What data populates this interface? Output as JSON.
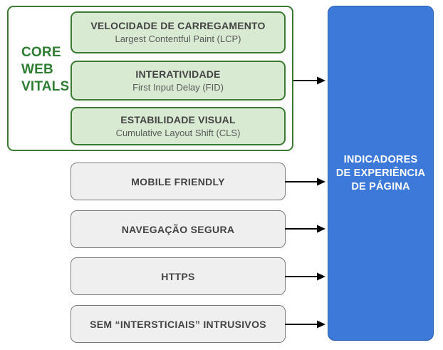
{
  "diagram": {
    "core_web_vitals": {
      "label_lines": [
        "CORE",
        "WEB",
        "VITALS"
      ],
      "label_color": "#2e7d32",
      "border_color": "#3b7a32",
      "box_fill": "#d9ead3",
      "metrics": [
        {
          "title": "VELOCIDADE DE CARREGAMENTO",
          "subtitle": "Largest Contentful Paint (LCP)"
        },
        {
          "title": "INTERATIVIDADE",
          "subtitle": "First Input Delay (FID)"
        },
        {
          "title": "ESTABILIDADE VISUAL",
          "subtitle": "Cumulative Layout Shift (CLS)"
        }
      ]
    },
    "other_signals": {
      "box_fill": "#efefef",
      "border_color": "#7b7b7b",
      "items": [
        {
          "title": "MOBILE FRIENDLY"
        },
        {
          "title": "NAVEGAÇÃO SEGURA"
        },
        {
          "title": "HTTPS"
        },
        {
          "title": "SEM “INTERSTICIAIS” INTRUSIVOS"
        }
      ]
    },
    "result": {
      "lines": [
        "INDICADORES",
        "DE EXPERIÊNCIA",
        "DE PÁGINA"
      ],
      "fill": "#3d79d8",
      "text_color": "#ffffff"
    },
    "arrow_color": "#000000"
  }
}
